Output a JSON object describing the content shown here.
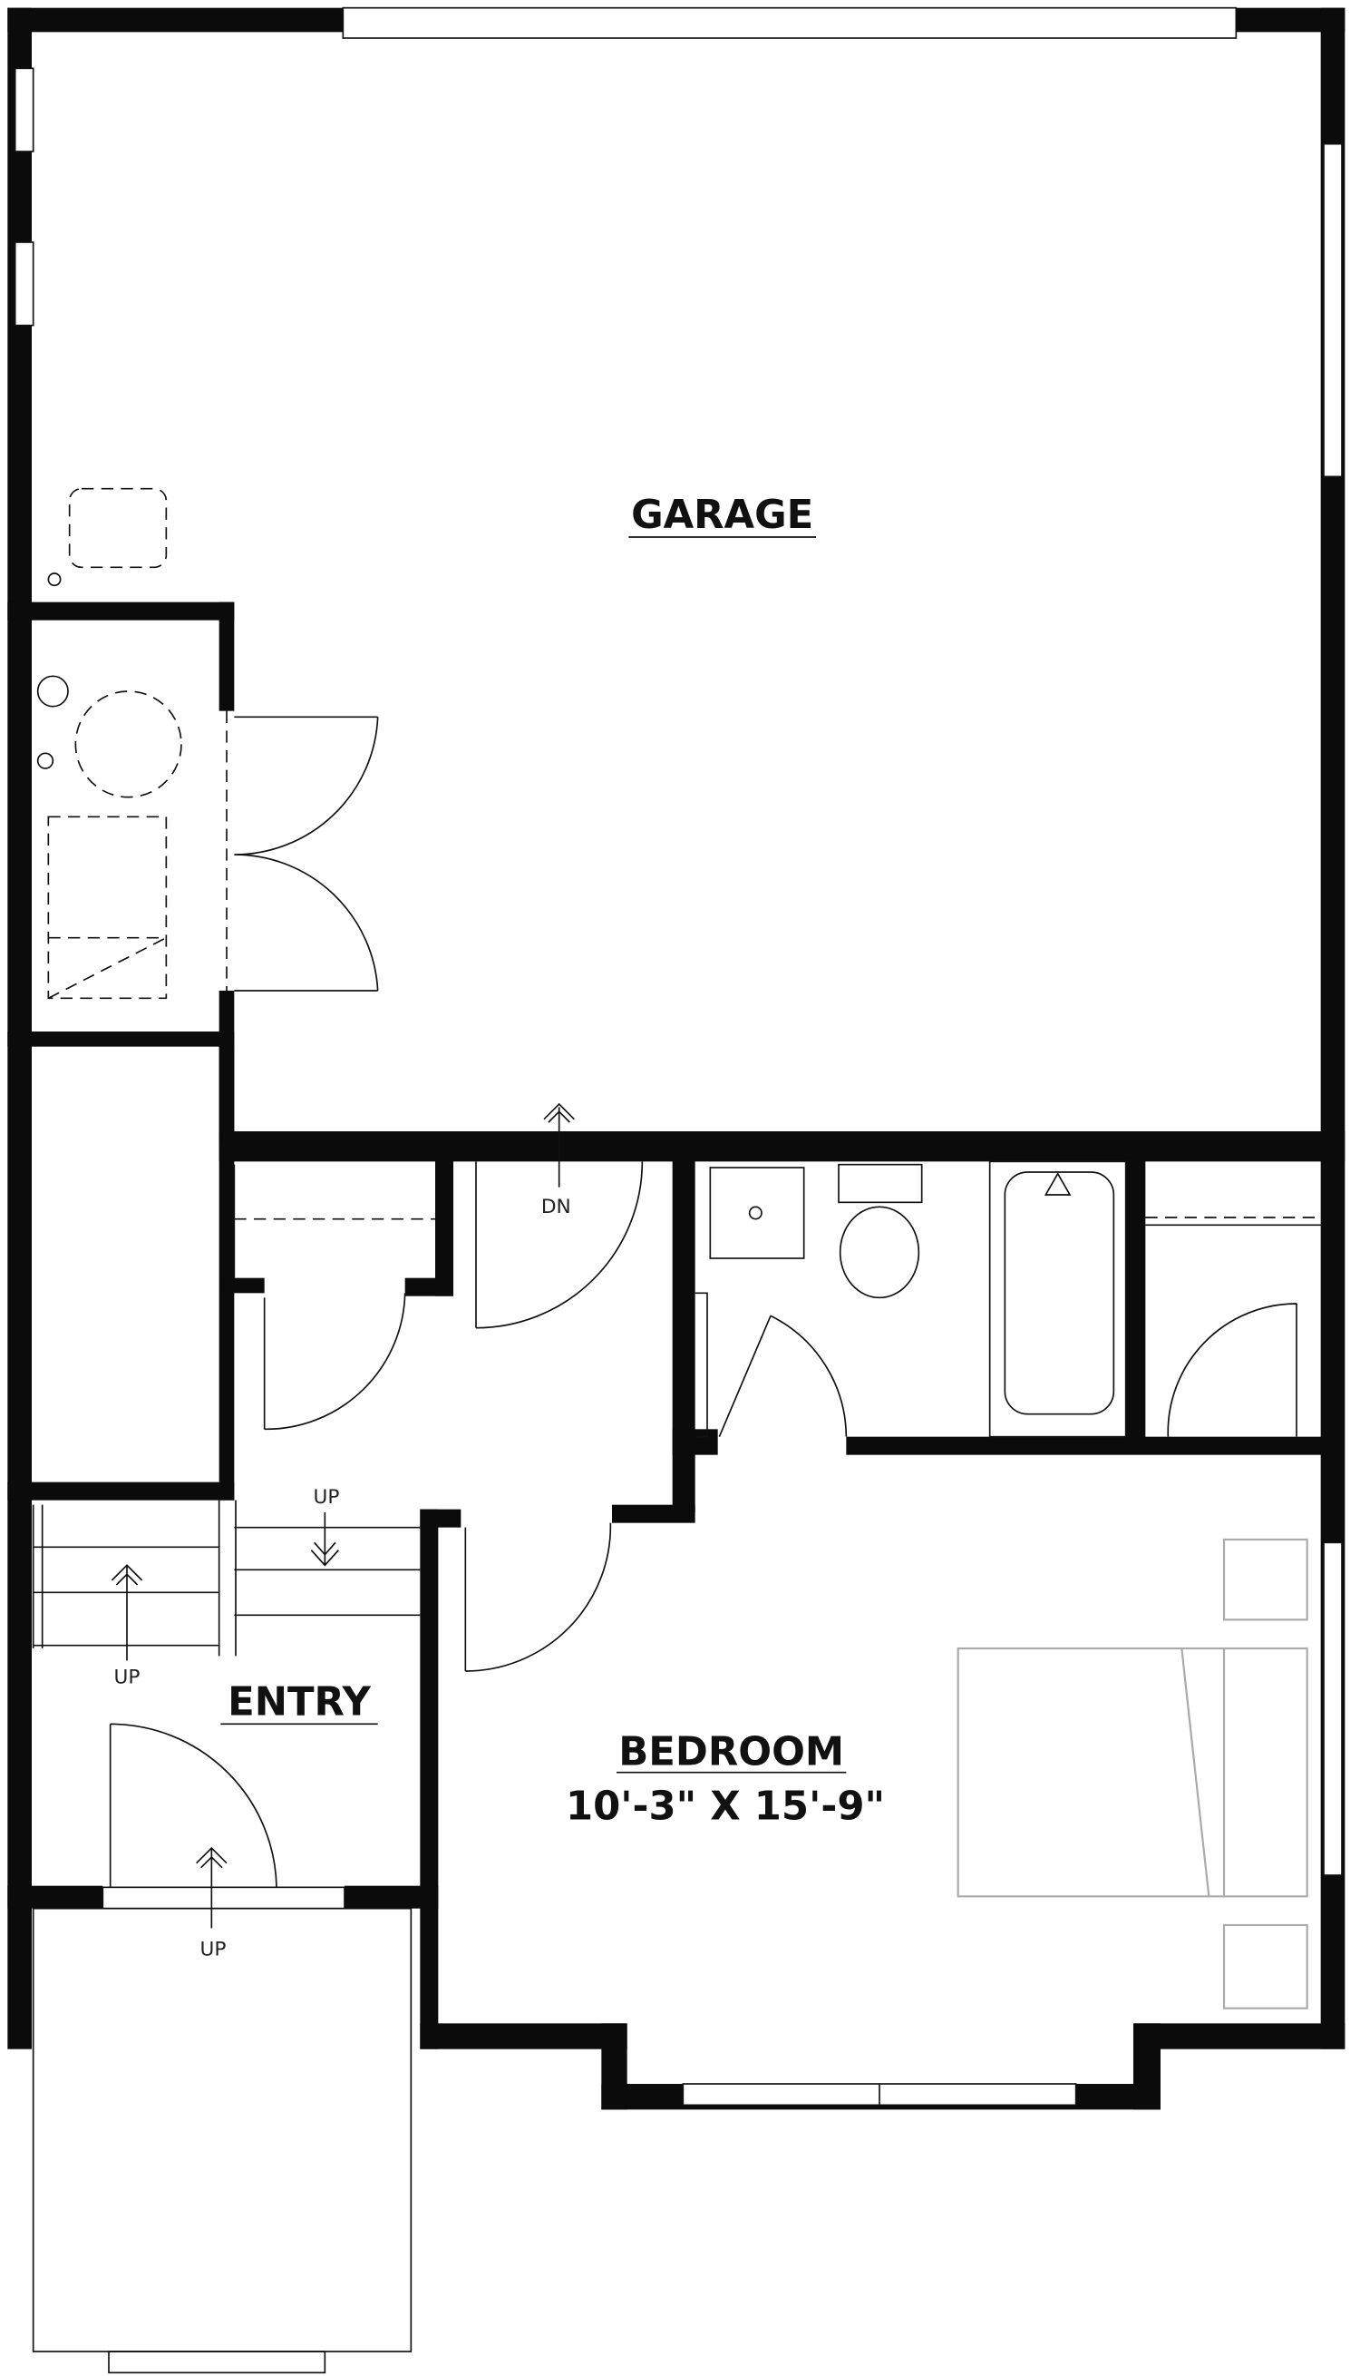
{
  "rooms": {
    "garage": {
      "name": "GARAGE"
    },
    "bedroom": {
      "name": "BEDROOM",
      "dimensions": "10'-3\" X 15'-9\""
    },
    "entry": {
      "name": "ENTRY"
    }
  },
  "stair_labels": {
    "dn": "DN",
    "up_upper": "UP",
    "up_stairs": "UP",
    "up_entry": "UP"
  },
  "colors": {
    "wall": "#0b0b0b",
    "furniture": "#aaaaaa"
  }
}
